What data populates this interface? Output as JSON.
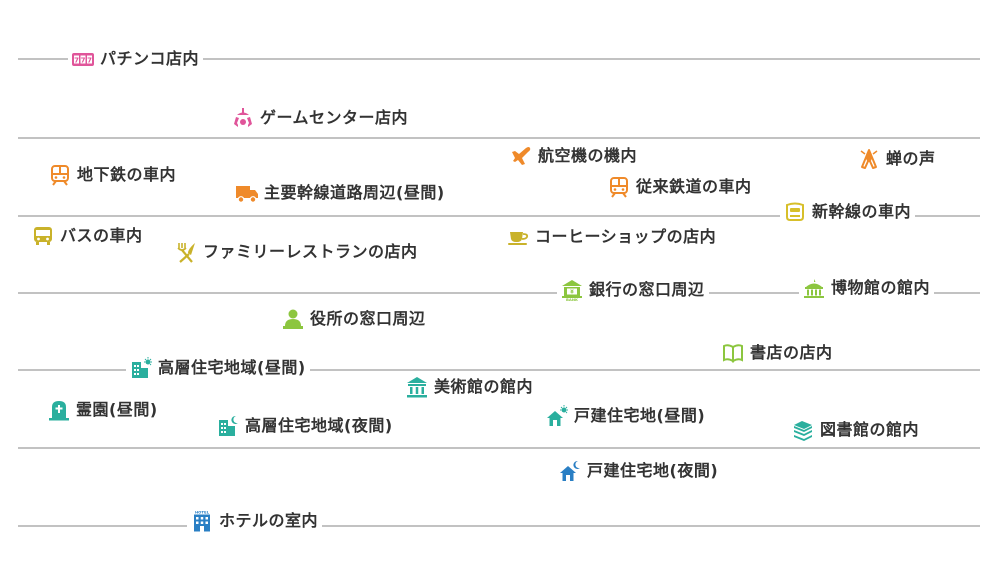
{
  "items": [
    {
      "key": "pachinko",
      "label": "パチンコ店内",
      "icon": "slot-machine-icon",
      "color": "#e0559a"
    },
    {
      "key": "game_center",
      "label": "ゲームセンター店内",
      "icon": "crane-game-icon",
      "color": "#e0559a"
    },
    {
      "key": "subway",
      "label": "地下鉄の車内",
      "icon": "train-icon",
      "color": "#ef8a2a"
    },
    {
      "key": "truck_road",
      "label": "主要幹線道路周辺(昼間)",
      "icon": "truck-icon",
      "color": "#ef8a2a"
    },
    {
      "key": "airplane",
      "label": "航空機の機内",
      "icon": "airplane-icon",
      "color": "#ef8a2a"
    },
    {
      "key": "cicada",
      "label": "蝉の声",
      "icon": "cicada-icon",
      "color": "#ef8a2a"
    },
    {
      "key": "conventional_rail",
      "label": "従来鉄道の車内",
      "icon": "train-icon",
      "color": "#ef8a2a"
    },
    {
      "key": "shinkansen",
      "label": "新幹線の車内",
      "icon": "bullet-train-icon",
      "color": "#d7bf2a"
    },
    {
      "key": "bus",
      "label": "バスの車内",
      "icon": "bus-icon",
      "color": "#c9b22a"
    },
    {
      "key": "family_restaurant",
      "label": "ファミリーレストランの店内",
      "icon": "fork-knife-icon",
      "color": "#c9b22a"
    },
    {
      "key": "coffee_shop",
      "label": "コーヒーショップの店内",
      "icon": "coffee-cup-icon",
      "color": "#c9b22a"
    },
    {
      "key": "bank",
      "label": "銀行の窓口周辺",
      "icon": "bank-icon",
      "color": "#8cc63f",
      "badge": "BANK"
    },
    {
      "key": "museum_hall",
      "label": "博物館の館内",
      "icon": "museum-icon",
      "color": "#8cc63f"
    },
    {
      "key": "city_office",
      "label": "役所の窓口周辺",
      "icon": "clerk-icon",
      "color": "#8cc63f"
    },
    {
      "key": "bookstore",
      "label": "書店の店内",
      "icon": "book-icon",
      "color": "#8cc63f"
    },
    {
      "key": "highrise_day",
      "label": "高層住宅地域(昼間)",
      "icon": "building-sun-icon",
      "color": "#2aaf9e"
    },
    {
      "key": "art_museum",
      "label": "美術館の館内",
      "icon": "art-museum-icon",
      "color": "#2aaf9e"
    },
    {
      "key": "cemetery",
      "label": "霊園(昼間)",
      "icon": "tombstone-icon",
      "color": "#2aaf9e"
    },
    {
      "key": "highrise_night",
      "label": "高層住宅地域(夜間)",
      "icon": "building-moon-icon",
      "color": "#2aaf9e"
    },
    {
      "key": "house_day",
      "label": "戸建住宅地(昼間)",
      "icon": "house-sun-icon",
      "color": "#2aaf9e"
    },
    {
      "key": "library",
      "label": "図書館の館内",
      "icon": "books-stack-icon",
      "color": "#2aaf9e"
    },
    {
      "key": "house_night",
      "label": "戸建住宅地(夜間)",
      "icon": "house-moon-icon",
      "color": "#2a7fc4"
    },
    {
      "key": "hotel",
      "label": "ホテルの室内",
      "icon": "hotel-icon",
      "color": "#2a7fc4",
      "badge": "HOTEL"
    }
  ]
}
